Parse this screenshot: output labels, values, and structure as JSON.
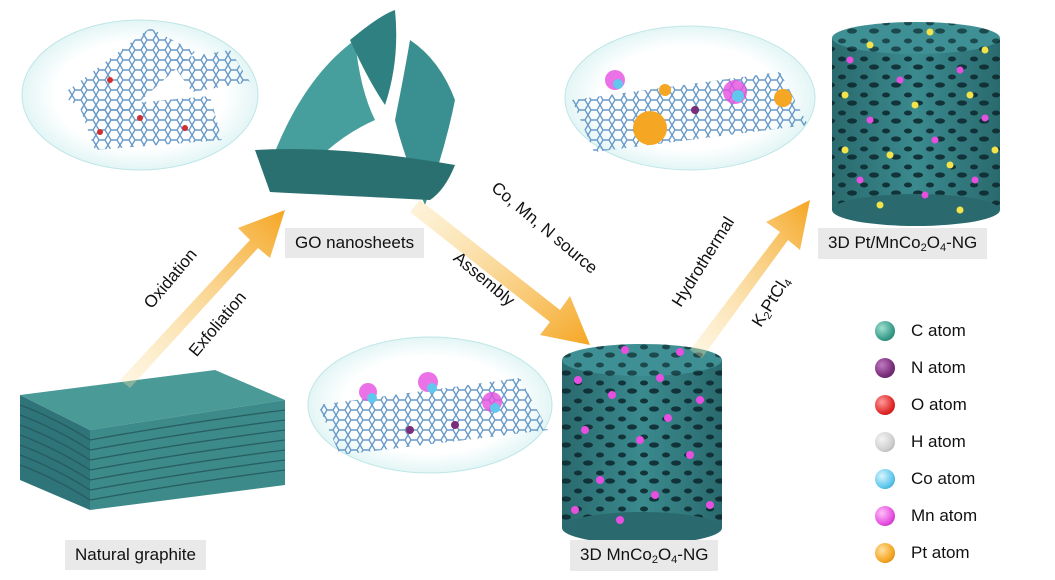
{
  "labels": {
    "go_prefix": "GO nanosheets",
    "natural_graphite": "Natural graphite",
    "mnco_prefix": "3D MnCo",
    "mnco_sub1": "2",
    "mnco_mid": "O",
    "mnco_sub2": "4",
    "mnco_suffix": "-NG",
    "pt_prefix": "3D Pt/MnCo",
    "pt_sub1": "2",
    "pt_mid": "O",
    "pt_sub2": "4",
    "pt_suffix": "-NG"
  },
  "arrows": {
    "oxidation": "Oxidation",
    "exfoliation": "Exfoliation",
    "co_mn_n": "Co, Mn, N source",
    "assembly": "Assembly",
    "hydrothermal": "Hydrothermal",
    "k2_prefix": "K",
    "k2_sub1": "2",
    "k2_mid": "PtCl",
    "k2_sub2": "4"
  },
  "legend": [
    {
      "label": "C atom",
      "color": "#3a9c8a"
    },
    {
      "label": "N atom",
      "color": "#7a2d7a"
    },
    {
      "label": "O atom",
      "color": "#e02a2a"
    },
    {
      "label": "H atom",
      "color": "#cfcfcf"
    },
    {
      "label": "Co atom",
      "color": "#5fc8ec"
    },
    {
      "label": "Mn atom",
      "color": "#e64fe0"
    },
    {
      "label": "Pt atom",
      "color": "#f5a623"
    }
  ]
}
